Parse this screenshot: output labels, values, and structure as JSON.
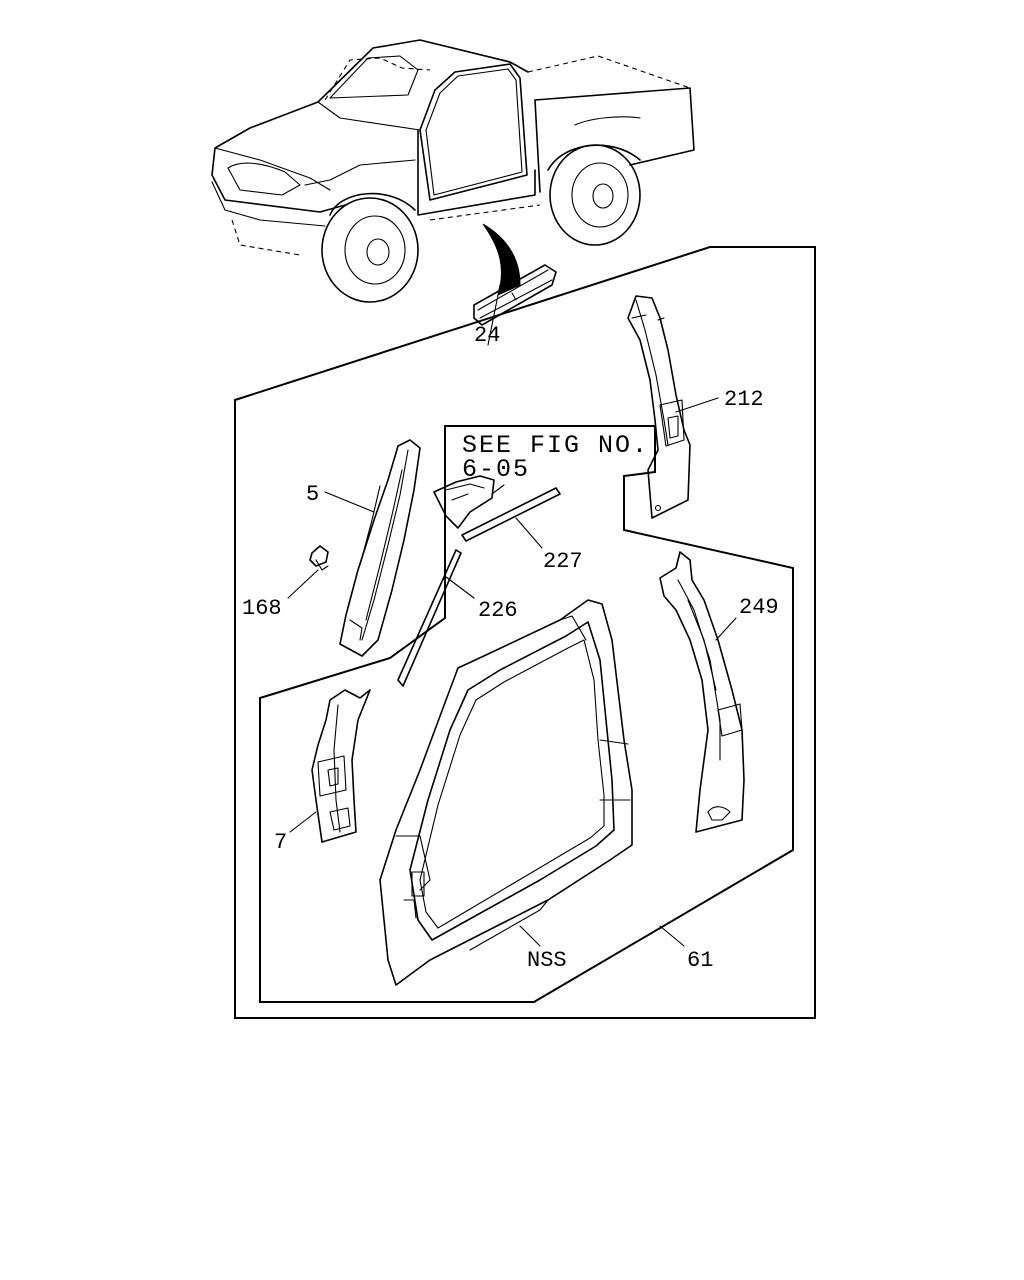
{
  "figure": {
    "reference_note": {
      "line1": "SEE FIG NO.",
      "line2": "6-05"
    },
    "callouts": {
      "c24": "24",
      "c212": "212",
      "c5": "5",
      "c168": "168",
      "c227": "227",
      "c226": "226",
      "c249": "249",
      "c7": "7",
      "cnss": "NSS",
      "c61": "61"
    }
  }
}
